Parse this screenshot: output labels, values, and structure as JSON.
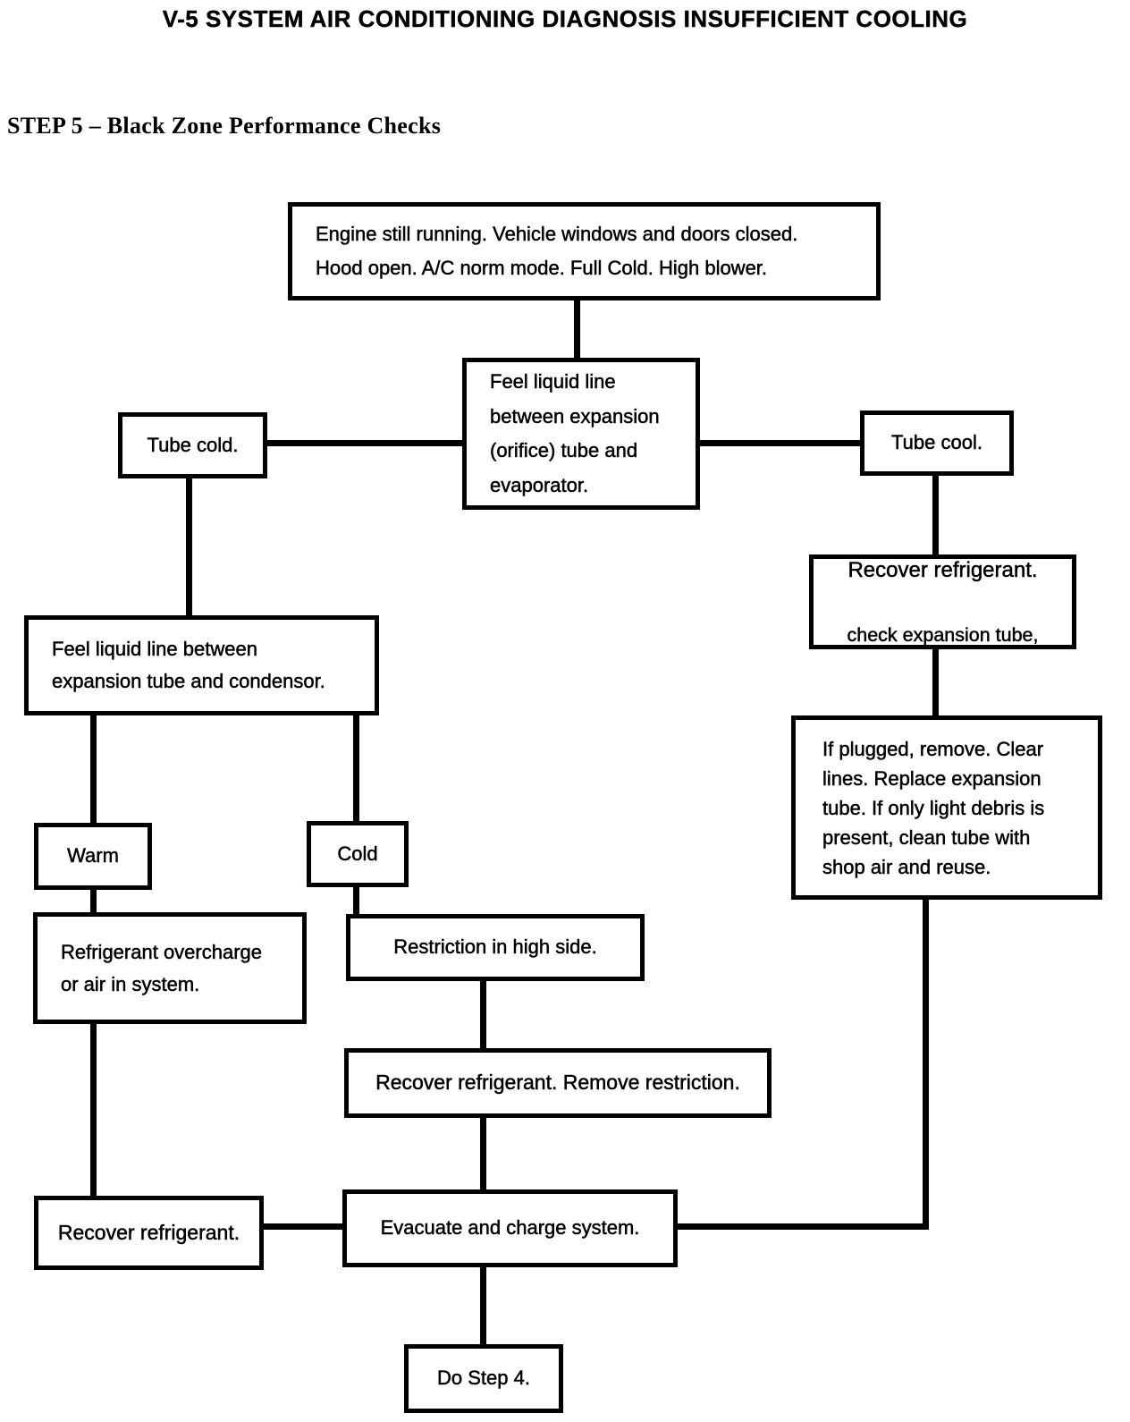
{
  "page": {
    "title": "V-5 SYSTEM AIR CONDITIONING DIAGNOSIS INSUFFICIENT COOLING",
    "step_heading": "STEP 5 – Black Zone Performance Checks"
  },
  "colors": {
    "ink": "#000000",
    "paper": "#ffffff"
  },
  "flowchart": {
    "nodes": {
      "engine": {
        "text": "Engine still running. Vehicle windows and doors closed.\nHood open. A/C norm mode. Full Cold. High blower."
      },
      "feel_evap": {
        "text": "Feel liquid line\nbetween expansion\n(orifice) tube and\nevaporator."
      },
      "tube_cold": {
        "text": "Tube cold."
      },
      "tube_cool": {
        "text": "Tube cool."
      },
      "recover_check": {
        "line1": "Recover refrigerant.",
        "line2": "check expansion tube,"
      },
      "if_plugged": {
        "text": "If plugged, remove. Clear\nlines. Replace expansion\ntube. If only light debris is\npresent, clean tube with\nshop air and reuse."
      },
      "feel_cond": {
        "text": "Feel liquid line between\nexpansion tube and condensor."
      },
      "warm": {
        "text": "Warm"
      },
      "cold": {
        "text": "Cold"
      },
      "overcharge": {
        "text": "Refrigerant overcharge\nor air in system."
      },
      "restriction": {
        "text": "Restriction in high side."
      },
      "recover_remove": {
        "text": "Recover refrigerant. Remove restriction."
      },
      "recover_bottom_left": {
        "text": "Recover refrigerant."
      },
      "evacuate": {
        "text": "Evacuate and charge system."
      },
      "do_step4": {
        "text": "Do Step 4."
      }
    }
  }
}
